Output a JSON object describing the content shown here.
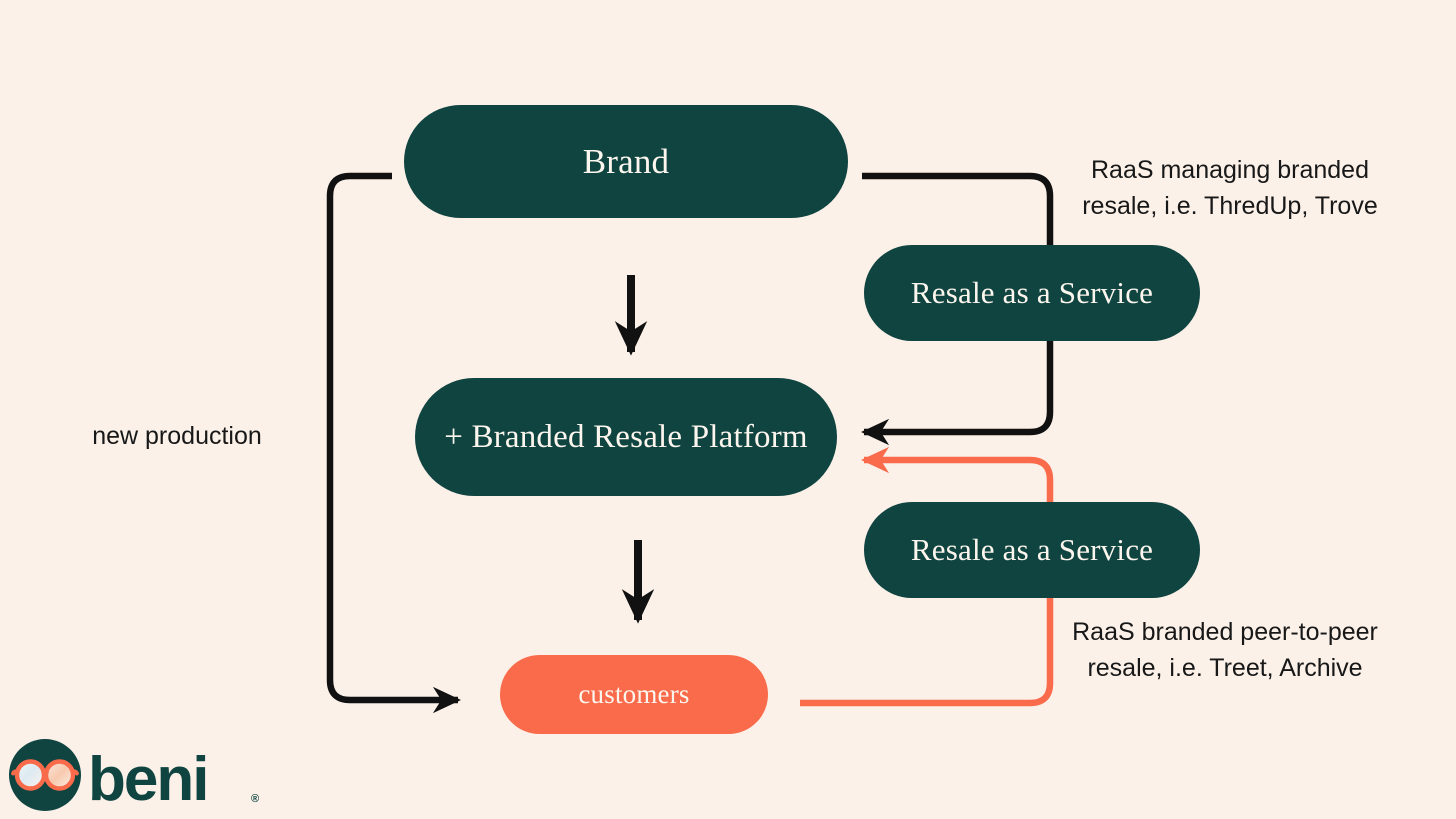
{
  "diagram": {
    "title": "Branded resale platform flow",
    "background_color": "#FBF1E9",
    "nodes": {
      "brand": {
        "label": "Brand",
        "color": "#0F4440",
        "text_color": "#FDF6EE"
      },
      "platform": {
        "label": "+ Branded Resale Platform",
        "color": "#0F4440",
        "text_color": "#FDF6EE"
      },
      "raas_top": {
        "label": "Resale as a Service",
        "color": "#0F4440",
        "text_color": "#FDF6EE"
      },
      "raas_bottom": {
        "label": "Resale as a Service",
        "color": "#0F4440",
        "text_color": "#FDF6EE"
      },
      "customers": {
        "label": "customers",
        "color": "#F96B4B",
        "text_color": "#FFFFFF"
      }
    },
    "annotations": {
      "new_production": "new production",
      "raas_top_note": "RaaS managing branded\nresale, i.e. ThredUp, Trove",
      "raas_bottom_note": "RaaS branded peer-to-peer\nresale, i.e. Treet, Archive"
    },
    "connectors": [
      {
        "name": "brand-to-platform",
        "color": "#111111",
        "style": "arrow-down"
      },
      {
        "name": "platform-to-customers",
        "color": "#111111",
        "style": "arrow-down"
      },
      {
        "name": "brand-to-platform-via-raas",
        "color": "#111111",
        "style": "arrow-left"
      },
      {
        "name": "customers-to-platform-via-raas",
        "color": "#F96B4B",
        "style": "arrow-left"
      },
      {
        "name": "brand-to-customers-new-production",
        "color": "#111111",
        "style": "arrow-right"
      }
    ]
  },
  "logo": {
    "wordmark": "beni",
    "registered_mark": "®",
    "circle_color": "#0F4440",
    "glasses_color": "#F96B4B",
    "wordmark_color": "#0F4440"
  }
}
